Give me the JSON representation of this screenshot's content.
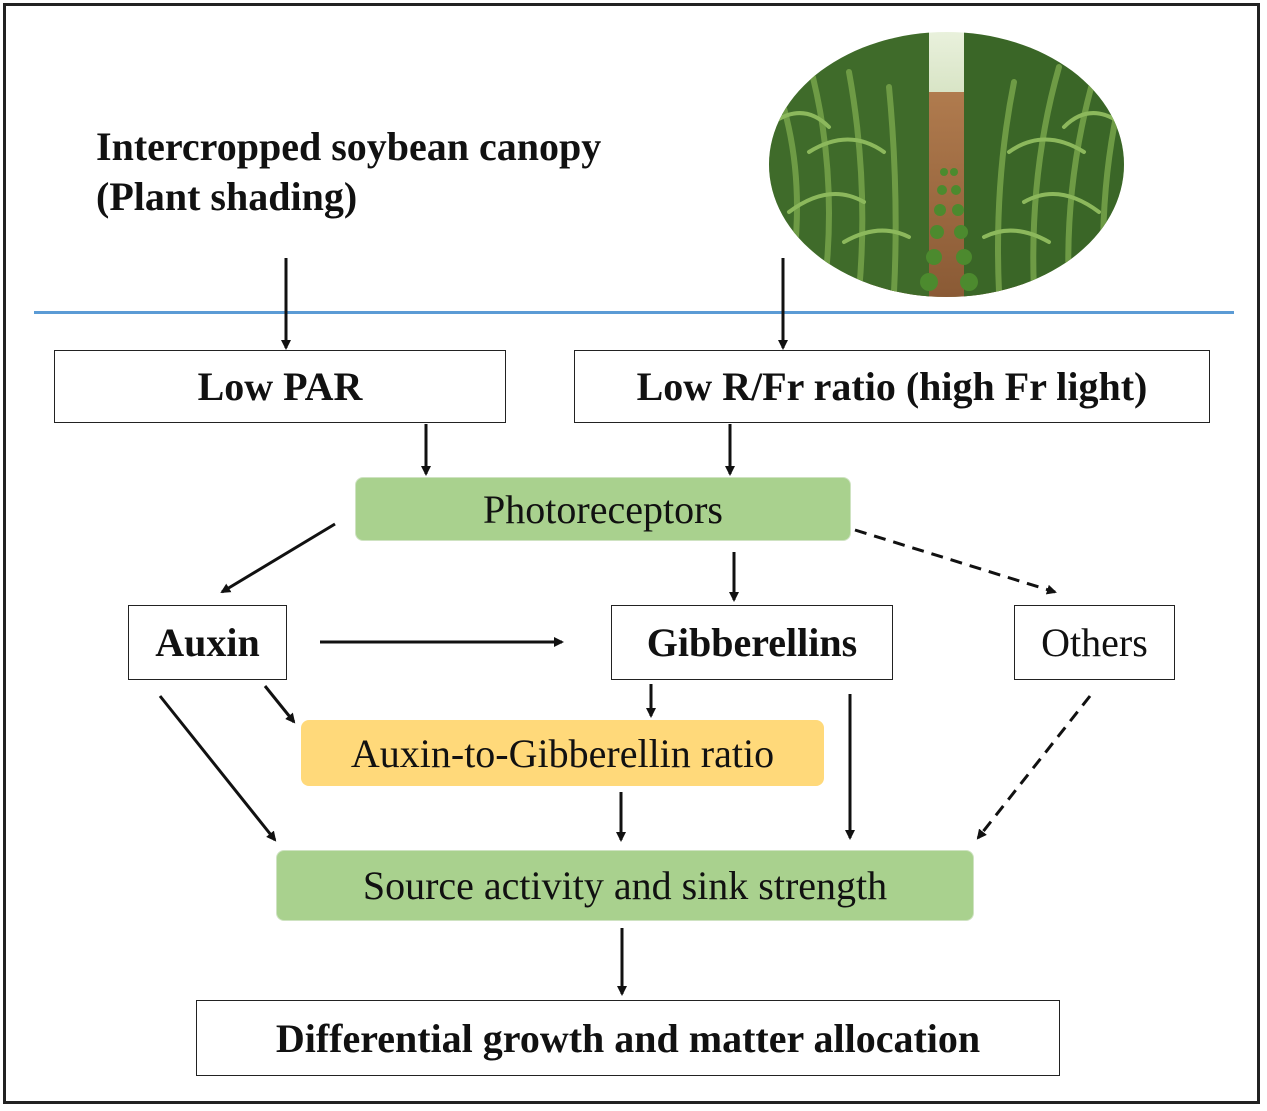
{
  "header": {
    "title_line1": "Intercropped soybean canopy",
    "title_line2": "(Plant shading)"
  },
  "photo": {
    "icon": "maize-soybean-intercrop-photo"
  },
  "nodes": {
    "low_par": "Low PAR",
    "low_rfr": "Low R/Fr ratio (high Fr light)",
    "photoreceptors": "Photoreceptors",
    "auxin": "Auxin",
    "gibberellins": "Gibberellins",
    "others": "Others",
    "ratio": "Auxin-to-Gibberellin ratio",
    "source_sink": "Source activity and sink strength",
    "outcome": "Differential growth and matter allocation"
  },
  "edges": [
    {
      "from": "header",
      "to": "low_par",
      "style": "solid"
    },
    {
      "from": "photo",
      "to": "low_rfr",
      "style": "solid"
    },
    {
      "from": "low_par",
      "to": "photoreceptors",
      "style": "solid"
    },
    {
      "from": "low_rfr",
      "to": "photoreceptors",
      "style": "solid"
    },
    {
      "from": "photoreceptors",
      "to": "auxin",
      "style": "solid"
    },
    {
      "from": "photoreceptors",
      "to": "gibberellins",
      "style": "solid"
    },
    {
      "from": "photoreceptors",
      "to": "others",
      "style": "dashed"
    },
    {
      "from": "auxin",
      "to": "gibberellins",
      "style": "solid"
    },
    {
      "from": "auxin",
      "to": "ratio",
      "style": "solid"
    },
    {
      "from": "gibberellins",
      "to": "ratio",
      "style": "solid"
    },
    {
      "from": "auxin",
      "to": "source_sink",
      "style": "solid"
    },
    {
      "from": "ratio",
      "to": "source_sink",
      "style": "solid"
    },
    {
      "from": "gibberellins",
      "to": "source_sink",
      "style": "solid"
    },
    {
      "from": "others",
      "to": "source_sink",
      "style": "dashed"
    },
    {
      "from": "source_sink",
      "to": "outcome",
      "style": "solid"
    }
  ],
  "colors": {
    "green_box": "#a9d18e",
    "yellow_box": "#ffd97a",
    "divider": "#5b9bd5",
    "arrow": "#111111"
  }
}
